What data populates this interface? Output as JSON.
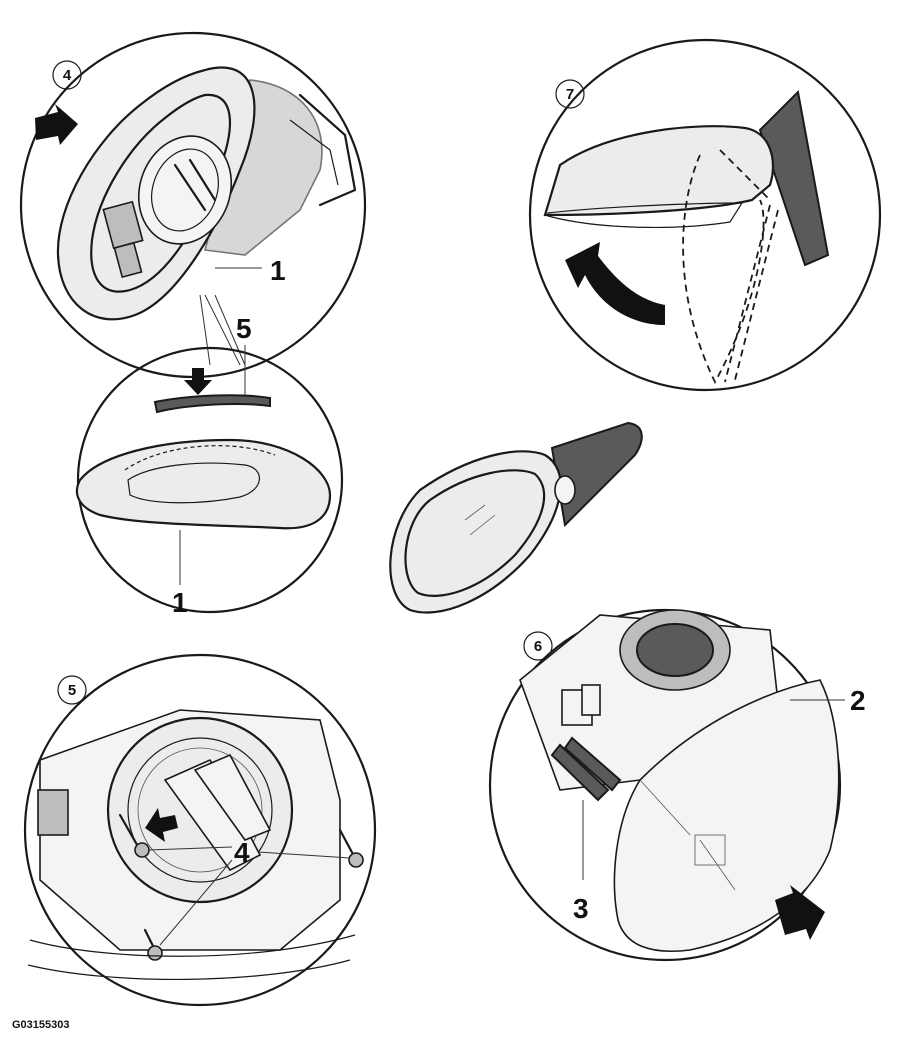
{
  "figure": {
    "document_id": "G03155303",
    "steps": [
      {
        "id": "step-4",
        "label": "4"
      },
      {
        "id": "step-5",
        "label": "5"
      },
      {
        "id": "step-6",
        "label": "6"
      },
      {
        "id": "step-7",
        "label": "7"
      }
    ],
    "callouts": [
      {
        "id": "callout-1-top",
        "label": "1"
      },
      {
        "id": "callout-5",
        "label": "5"
      },
      {
        "id": "callout-1-bottom",
        "label": "1"
      },
      {
        "id": "callout-4",
        "label": "4"
      },
      {
        "id": "callout-2",
        "label": "2"
      },
      {
        "id": "callout-3",
        "label": "3"
      }
    ]
  }
}
